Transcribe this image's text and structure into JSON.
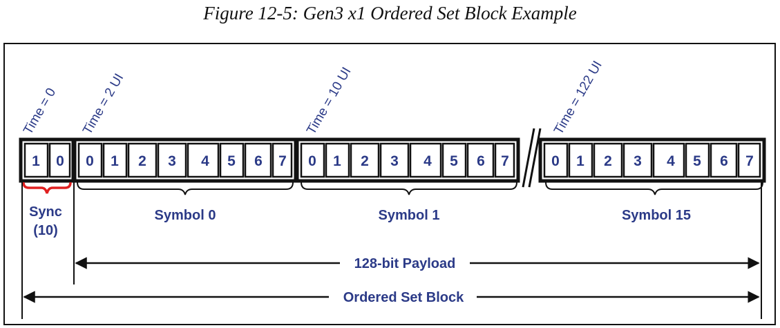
{
  "caption": "Figure 12-5: Gen3 x1 Ordered Set Block Example",
  "colors": {
    "label": "#2b3a87",
    "sync_brace": "#e02020",
    "line": "#111111"
  },
  "sync": {
    "bits": [
      "1",
      "0"
    ],
    "label_line1": "Sync",
    "label_line2": "(10)"
  },
  "symbols": [
    {
      "name": "Symbol 0",
      "bits": [
        "0",
        "1",
        "2",
        "3",
        "4",
        "5",
        "6",
        "7"
      ]
    },
    {
      "name": "Symbol 1",
      "bits": [
        "0",
        "1",
        "2",
        "3",
        "4",
        "5",
        "6",
        "7"
      ]
    },
    {
      "name": "Symbol 15",
      "bits": [
        "0",
        "1",
        "2",
        "3",
        "4",
        "5",
        "6",
        "7"
      ]
    }
  ],
  "time_labels": [
    "Time = 0",
    "Time = 2 UI",
    "Time = 10 UI",
    "Time = 122 UI"
  ],
  "payload_label": "128-bit Payload",
  "block_label": "Ordered Set Block"
}
